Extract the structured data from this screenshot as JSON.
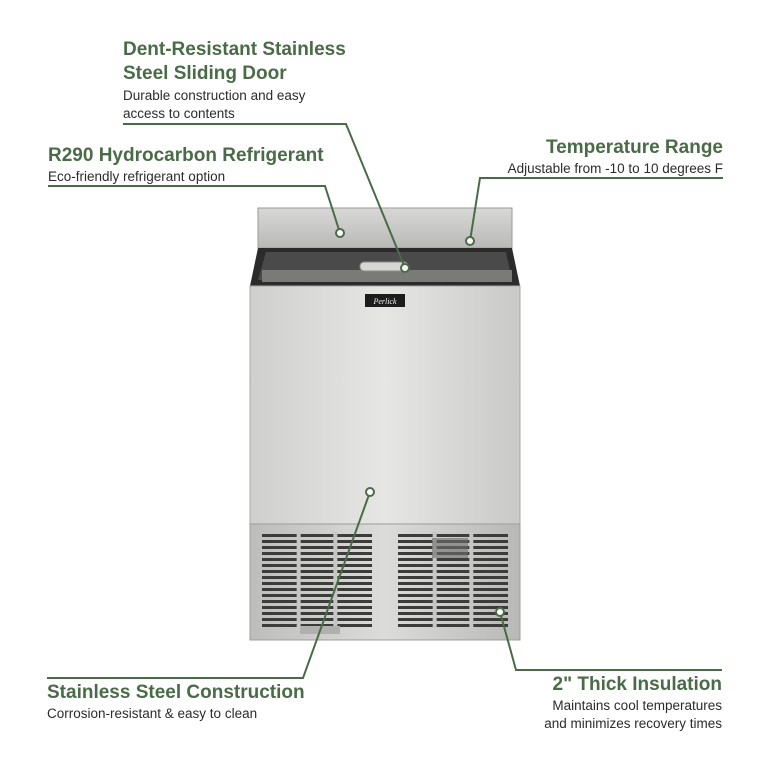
{
  "accent_color": "#4a6b47",
  "brand_badge": "Perlick",
  "callouts": {
    "door": {
      "title_line1": "Dent-Resistant Stainless",
      "title_line2": "Steel Sliding Door",
      "desc_line1": "Durable construction and easy",
      "desc_line2": "access to contents"
    },
    "refrigerant": {
      "title": "R290 Hydrocarbon Refrigerant",
      "desc": "Eco-friendly refrigerant option"
    },
    "temperature": {
      "title": "Temperature Range",
      "desc": "Adjustable from -10 to 10 degrees F"
    },
    "construction": {
      "title": "Stainless Steel Construction",
      "desc": "Corrosion-resistant & easy to clean"
    },
    "insulation": {
      "title": "2\" Thick Insulation",
      "desc_line1": "Maintains cool temperatures",
      "desc_line2": "and minimizes recovery times"
    }
  }
}
